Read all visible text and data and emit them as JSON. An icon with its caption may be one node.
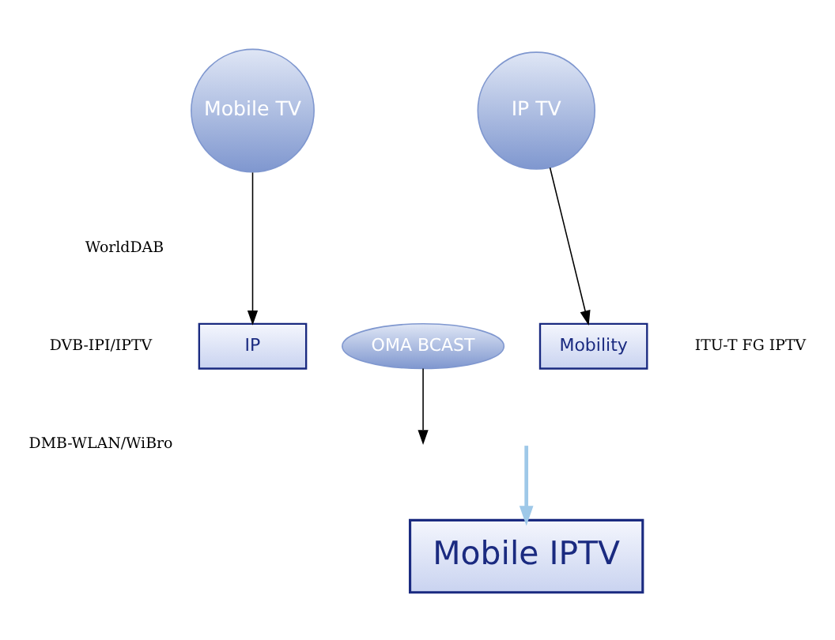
{
  "diagram": {
    "nodes": [
      {
        "text": [
          "Mobile TV"
        ]
      },
      {
        "text": [
          "IP TV"
        ]
      },
      {
        "text": [
          "OMA BCAST"
        ]
      },
      {
        "text": [
          "IP"
        ]
      },
      {
        "text": [
          "Mobility"
        ]
      },
      {
        "text": [
          "Mobile IPTV"
        ]
      }
    ],
    "edges": [
      {
        "from": 0,
        "to": 3,
        "arrow": "to"
      },
      {
        "from": 1,
        "to": 4,
        "arrow": "to"
      },
      {
        "from": 2,
        "to": null,
        "arrow": "to"
      },
      {
        "from": null,
        "to": 5,
        "arrow": "to",
        "style": "thick",
        "color": "#9ec8e8"
      }
    ],
    "labels": [
      "WorldDAB",
      "DVB-IPI/IPTV",
      "DMB-WLAN/WiBro",
      "ITU-T FG IPTV"
    ]
  }
}
